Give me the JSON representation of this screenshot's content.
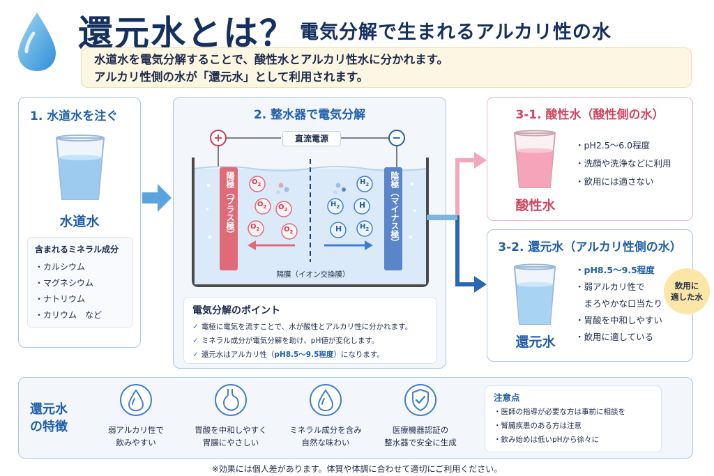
{
  "header": {
    "title": "還元水とは？",
    "subtitle": "電気分解で生まれるアルカリ性の水",
    "intro_line1": "水道水を電気分解することで、酸性水とアルカリ性水に分かれます。",
    "intro_line2": "アルカリ性側の水が「還元水」として利用されます。"
  },
  "step1": {
    "title": "1. 水道水を注ぐ",
    "glass_label": "水道水",
    "minerals_heading": "含まれるミネラル成分",
    "minerals": [
      "カルシウム",
      "マグネシウム",
      "ナトリウム",
      "カリウム　など"
    ]
  },
  "step2": {
    "title": "2. 整水器で電気分解",
    "power_label": "直流電源",
    "plus_sign": "+",
    "minus_sign": "−",
    "anode_label": "陽極（プラス極）",
    "cathode_label": "陰極（マイナス極）",
    "membrane_label": "隔膜（イオン交換膜）",
    "o2": "O",
    "h2": "H",
    "h": "H",
    "sub2": "2",
    "points_heading": "電気分解のポイント",
    "point1": "電極に電気を流すことで、水が酸性とアルカリ性に分かれます。",
    "point2": "ミネラル成分が電気分解を助け、pH値が変化します。",
    "point3_pre": "還元水はアルカリ性（",
    "point3_hl": "pH8.5〜9.5程度",
    "point3_post": "）になります。",
    "check": "✓"
  },
  "step31": {
    "title": "3-1. 酸性水（酸性側の水）",
    "glass_label": "酸性水",
    "bullets": [
      "pH2.5〜6.0程度",
      "洗顔や洗浄などに利用",
      "飲用には適さない"
    ]
  },
  "step32": {
    "title": "3-2. 還元水（アルカリ性側の水）",
    "glass_label": "還元水",
    "bullet1": "pH8.5〜9.5程度",
    "bullet2a": "弱アルカリ性で",
    "bullet2b": "まろやかな口当たり",
    "bullet3": "胃酸を中和しやすい",
    "bullet4": "飲用に適している",
    "badge_line1": "飲用に",
    "badge_line2": "適した水"
  },
  "features": {
    "title_line1": "還元水",
    "title_line2": "の特徴",
    "items": [
      {
        "line1": "弱アルカリ性で",
        "line2": "飲みやすい",
        "icon": "drop-icon"
      },
      {
        "line1": "胃酸を中和しやすく",
        "line2": "胃腸にやさしい",
        "icon": "stomach-icon"
      },
      {
        "line1": "ミネラル成分を含み",
        "line2": "自然な味わい",
        "icon": "drop-icon"
      },
      {
        "line1": "医療機器認証の",
        "line2": "整水器で安全に生成",
        "icon": "shield-check-icon"
      }
    ],
    "caution_heading": "注意点",
    "cautions": [
      "医師の指導が必要な方は事前に相談を",
      "腎臓疾患のある方は注意",
      "飲み始めは低いpHから徐々に"
    ]
  },
  "footnote": "※効果には個人差があります。体質や体調に合わせて適切にご利用ください。",
  "colors": {
    "title_navy": "#14305f",
    "accent_blue": "#1f5fa8",
    "acid_pink": "#d0455f",
    "anode_red": "#e06a78",
    "cathode_blue": "#5b85c9",
    "badge_yellow": "#fbe6a6",
    "intro_bg": "#fdf6e3"
  }
}
